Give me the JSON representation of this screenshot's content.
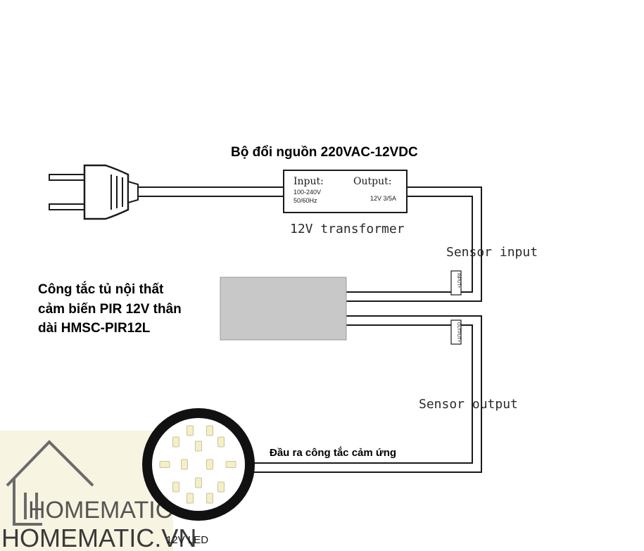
{
  "title": "Bộ đổi nguồn 220VAC-12VDC",
  "transformer": {
    "input_header": "Input:",
    "input_spec_1": "100-240V",
    "input_spec_2": "50/60Hz",
    "output_header": "Output:",
    "output_spec": "12V 3/5A",
    "caption": "12V transformer"
  },
  "sensor_input_label": "Sensor input",
  "sensor_output_label": "Sensor output",
  "input_connector_label": "INPUT+",
  "output_connector_label": "OUTPUT+",
  "product": {
    "line1": "Công tắc tủ nội thất",
    "line2": "cảm biến PIR 12V thân",
    "line3": "dài HMSC-PIR12L"
  },
  "switch_output_label": "Đầu ra công tắc cảm ứng",
  "led_label": "12V LED",
  "watermark": {
    "logo_text": "HOMEMATIC",
    "site": "HOMEMATIC.VN"
  },
  "colors": {
    "line": "#1a1a1a",
    "sensor_box": "#c8c8c8",
    "led_ring": "#111111",
    "led_chip": "#f3f0c8",
    "watermark_bg": "#f7f4e2",
    "watermark_text": "#4a4a4a"
  }
}
